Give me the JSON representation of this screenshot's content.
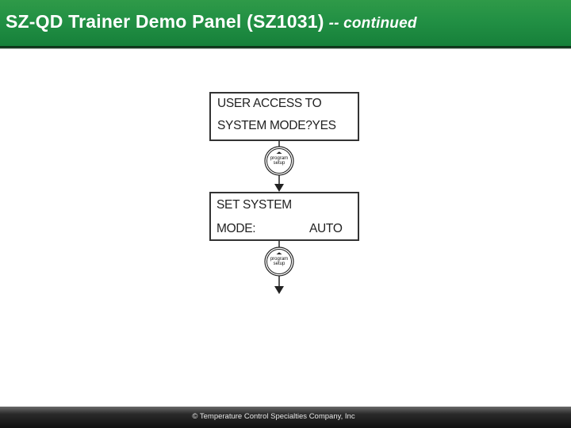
{
  "header": {
    "title": "SZ-QD Trainer Demo Panel (SZ1031)",
    "title_suffix": "-- continued"
  },
  "screens": [
    {
      "line1": "USER  ACCESS  TO",
      "line2_left": "SYSTEM  MODE?YES",
      "line2_right": ""
    },
    {
      "line1": "SET  SYSTEM",
      "line2_left": "MODE:",
      "line2_right": "AUTO"
    }
  ],
  "button": {
    "label_line1": "program",
    "label_line2": "setup"
  },
  "footer": {
    "copyright": "© Temperature Control Specialties Company, Inc"
  },
  "colors": {
    "header_green": "#229044",
    "footer_dark": "#1a1a1a"
  }
}
